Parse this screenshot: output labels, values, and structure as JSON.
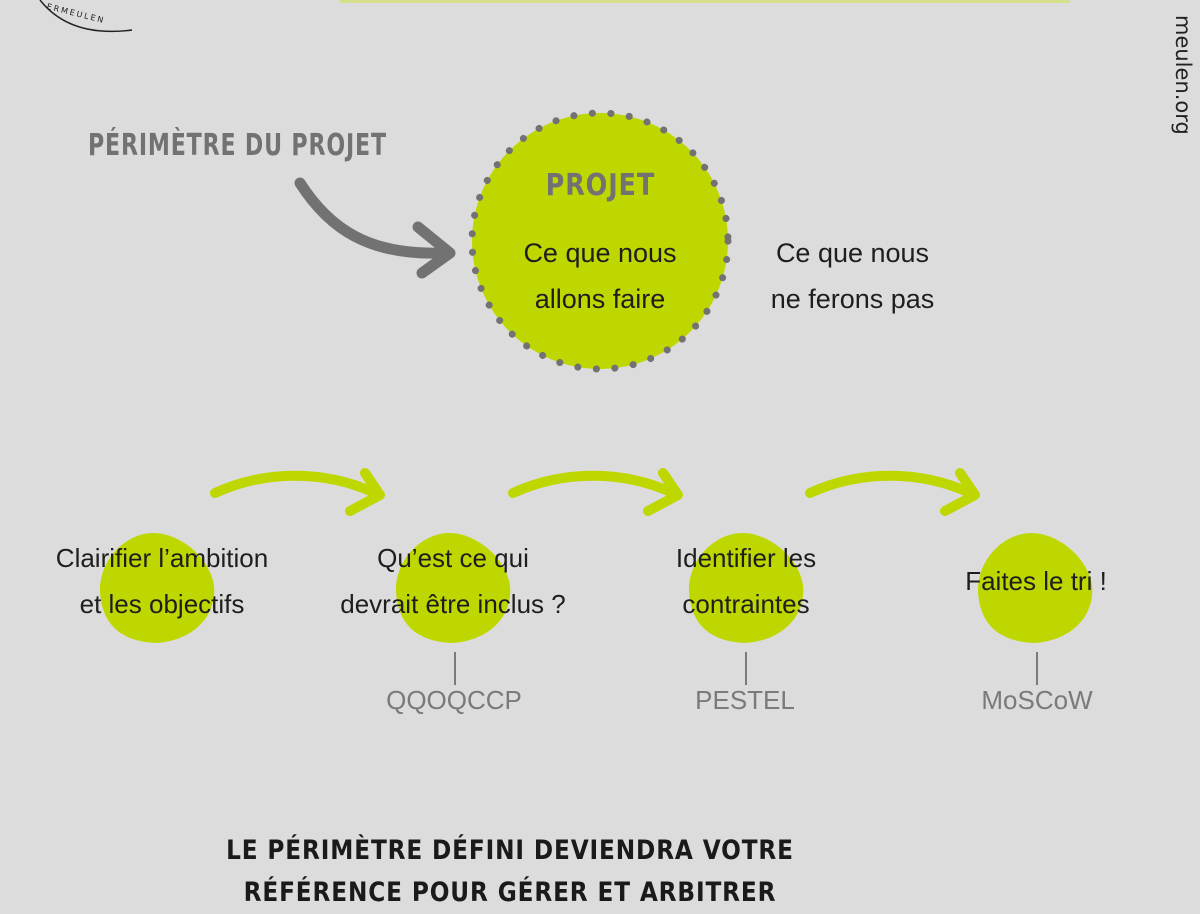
{
  "branding": {
    "logo_text": "ERMEULEN",
    "side_url": "meulen.org"
  },
  "colors": {
    "background": "#dcdcdc",
    "accent_green": "#bfd700",
    "gray": "#727272",
    "text_dark": "#1e1e1e"
  },
  "scope_section": {
    "title": "Périmètre du projet",
    "project_label": "Projet",
    "inside_text_line1": "Ce que nous",
    "inside_text_line2": "allons faire",
    "outside_text_line1": "Ce que nous",
    "outside_text_line2": "ne ferons pas"
  },
  "steps": [
    {
      "line1": "Clairifier l’ambition",
      "line2": "et les objectifs",
      "tool": ""
    },
    {
      "line1": "Qu’est ce qui",
      "line2": "devrait être inclus ?",
      "tool": "QQOQCCP"
    },
    {
      "line1": "Identifier les",
      "line2": "contraintes",
      "tool": "PESTEL"
    },
    {
      "line1": "Faites le tri !",
      "line2": "",
      "tool": "MoSCoW"
    }
  ],
  "footer": {
    "line1": "Le périmètre défini deviendra votre",
    "line2": "référence pour gérer et arbitrer"
  }
}
